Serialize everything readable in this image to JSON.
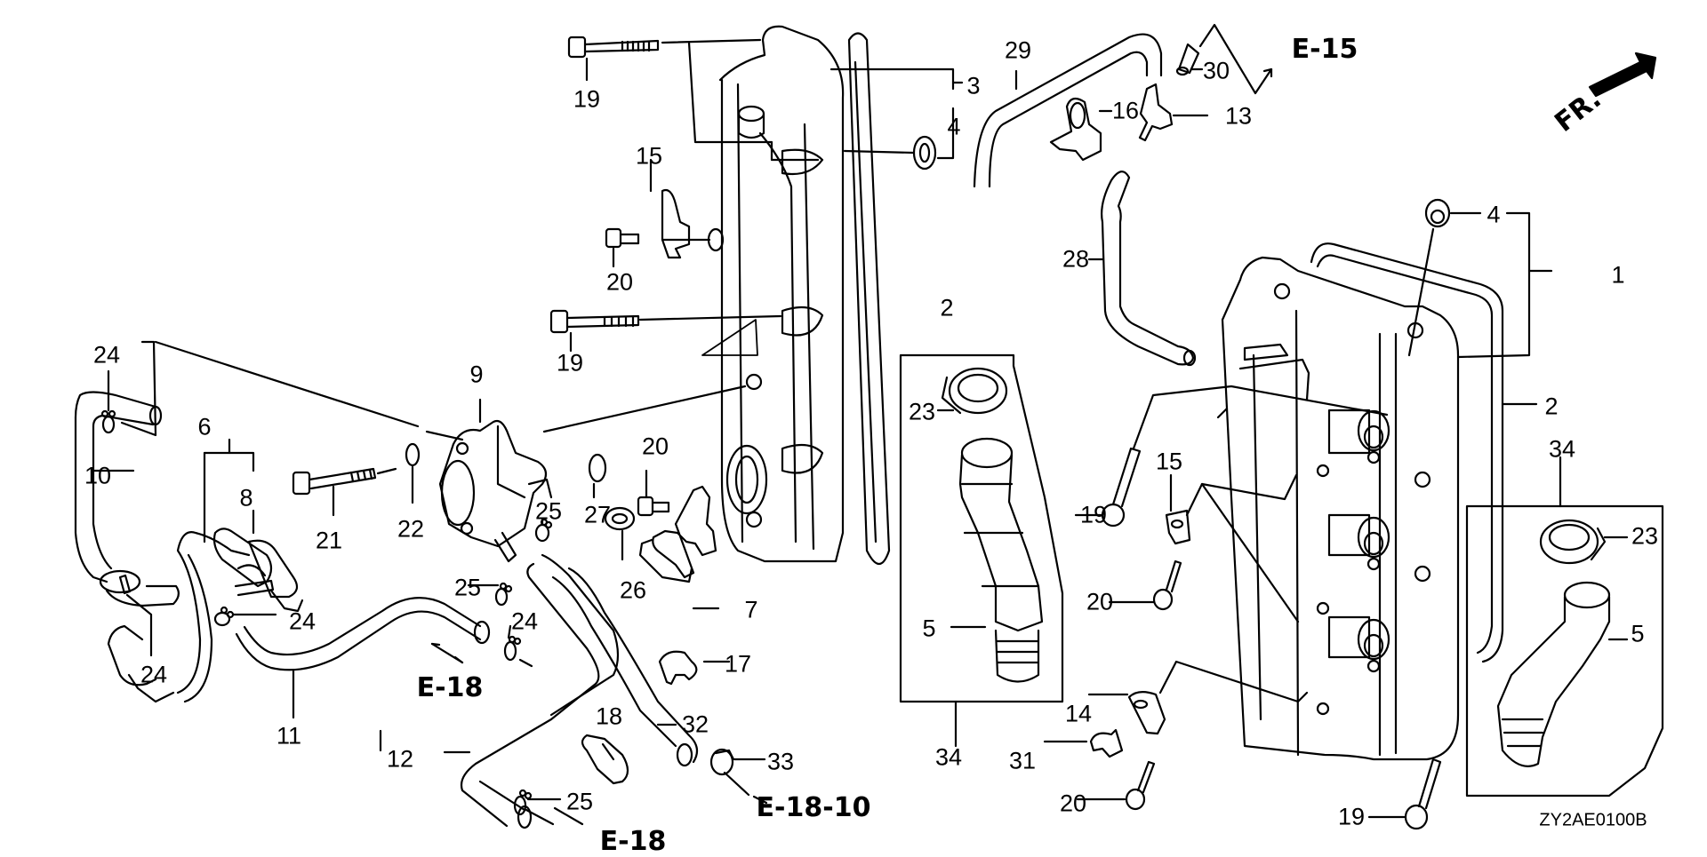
{
  "diagram": {
    "title": "Outboard engine parts diagram — vapor separator / cylinder head cover assembly",
    "diagram_code": "ZY2AE0100B",
    "orientation_marker": "FR.",
    "line_color": "#000000",
    "background": "#ffffff"
  },
  "callouts": [
    {
      "id": "c1",
      "number": "1"
    },
    {
      "id": "c2a",
      "number": "2"
    },
    {
      "id": "c2b",
      "number": "2"
    },
    {
      "id": "c3",
      "number": "3"
    },
    {
      "id": "c4a",
      "number": "4"
    },
    {
      "id": "c4b",
      "number": "4"
    },
    {
      "id": "c5a",
      "number": "5"
    },
    {
      "id": "c5b",
      "number": "5"
    },
    {
      "id": "c6",
      "number": "6"
    },
    {
      "id": "c7",
      "number": "7"
    },
    {
      "id": "c8",
      "number": "8"
    },
    {
      "id": "c9",
      "number": "9"
    },
    {
      "id": "c10",
      "number": "10"
    },
    {
      "id": "c11",
      "number": "11"
    },
    {
      "id": "c12",
      "number": "12"
    },
    {
      "id": "c13",
      "number": "13"
    },
    {
      "id": "c14",
      "number": "14"
    },
    {
      "id": "c15a",
      "number": "15"
    },
    {
      "id": "c15b",
      "number": "15"
    },
    {
      "id": "c16",
      "number": "16"
    },
    {
      "id": "c17",
      "number": "17"
    },
    {
      "id": "c18",
      "number": "18"
    },
    {
      "id": "c19a",
      "number": "19"
    },
    {
      "id": "c19b",
      "number": "19"
    },
    {
      "id": "c19c",
      "number": "19"
    },
    {
      "id": "c19d",
      "number": "19"
    },
    {
      "id": "c20a",
      "number": "20"
    },
    {
      "id": "c20b",
      "number": "20"
    },
    {
      "id": "c20c",
      "number": "20"
    },
    {
      "id": "c20d",
      "number": "20"
    },
    {
      "id": "c21",
      "number": "21"
    },
    {
      "id": "c22",
      "number": "22"
    },
    {
      "id": "c23a",
      "number": "23"
    },
    {
      "id": "c23b",
      "number": "23"
    },
    {
      "id": "c24a",
      "number": "24"
    },
    {
      "id": "c24b",
      "number": "24"
    },
    {
      "id": "c24c",
      "number": "24"
    },
    {
      "id": "c24d",
      "number": "24"
    },
    {
      "id": "c25a",
      "number": "25"
    },
    {
      "id": "c25b",
      "number": "25"
    },
    {
      "id": "c25c",
      "number": "25"
    },
    {
      "id": "c26",
      "number": "26"
    },
    {
      "id": "c27",
      "number": "27"
    },
    {
      "id": "c28",
      "number": "28"
    },
    {
      "id": "c29",
      "number": "29"
    },
    {
      "id": "c30",
      "number": "30"
    },
    {
      "id": "c31",
      "number": "31"
    },
    {
      "id": "c32",
      "number": "32"
    },
    {
      "id": "c33",
      "number": "33"
    },
    {
      "id": "c34a",
      "number": "34"
    },
    {
      "id": "c34b",
      "number": "34"
    }
  ],
  "references": [
    {
      "id": "r1",
      "label": "E-15"
    },
    {
      "id": "r2",
      "label": "E-18"
    },
    {
      "id": "r3",
      "label": "E-18"
    },
    {
      "id": "r4",
      "label": "E-18-10"
    }
  ]
}
